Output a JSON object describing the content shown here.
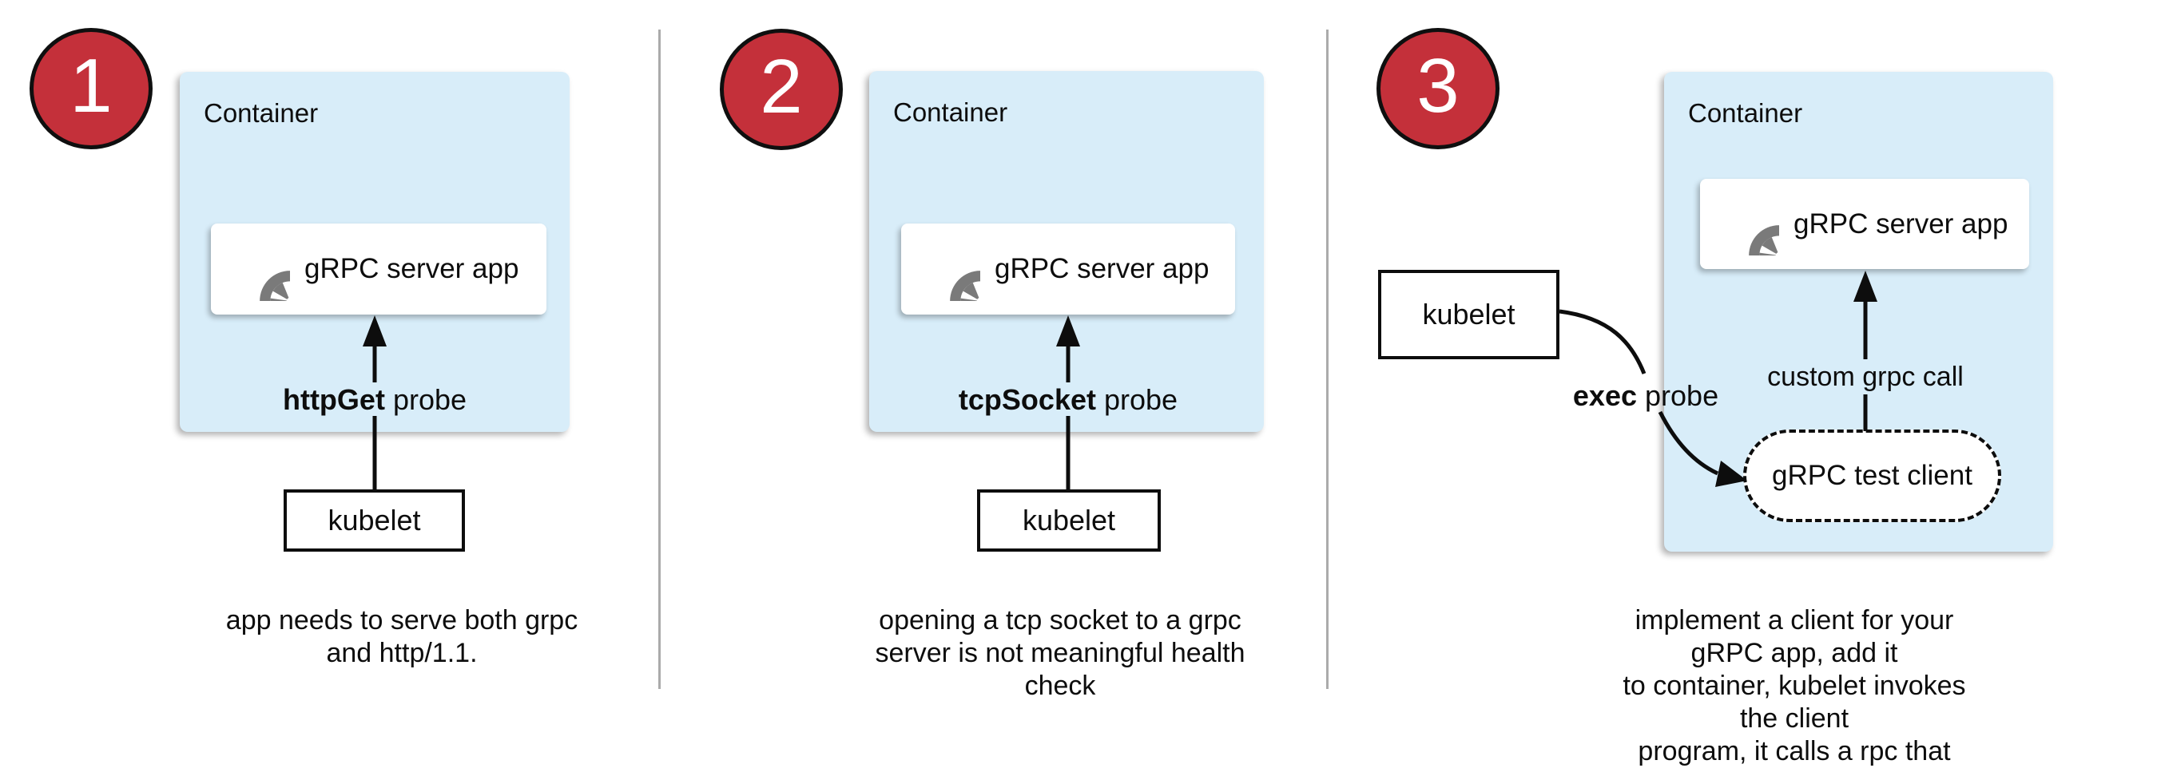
{
  "steps": [
    {
      "number": "1",
      "container_label": "Container",
      "app_label": "gRPC server app",
      "app_icon": "aperture-icon",
      "probe_bold": "httpGet",
      "probe_rest": "probe",
      "kubelet_label": "kubelet",
      "caption": "app needs to serve both grpc\nand http/1.1."
    },
    {
      "number": "2",
      "container_label": "Container",
      "app_label": "gRPC server app",
      "app_icon": "aperture-icon",
      "probe_bold": "tcpSocket",
      "probe_rest": "probe",
      "kubelet_label": "kubelet",
      "caption": "opening a tcp socket to a grpc\nserver is not meaningful health\ncheck"
    },
    {
      "number": "3",
      "container_label": "Container",
      "app_label": "gRPC server app",
      "app_icon": "aperture-icon",
      "probe_bold": "exec",
      "probe_rest": "probe",
      "kubelet_label": "kubelet",
      "call_label": "custom grpc call",
      "client_label": "gRPC test client",
      "caption": "implement a client for your gRPC app, add it\nto container, kubelet invokes the client\nprogram, it calls a rpc that you implement"
    }
  ],
  "colors": {
    "badge_red": "#c4303a",
    "container_blue": "#d8edf9",
    "icon_gray": "#7a7a7a",
    "divider_gray": "#ababab",
    "ink": "#0d0d0d"
  }
}
